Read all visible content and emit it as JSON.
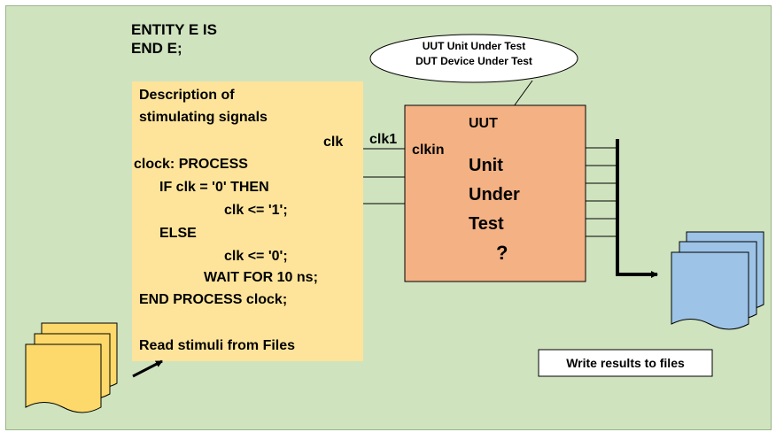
{
  "header": {
    "entity_line1": "ENTITY E IS",
    "entity_line2": "END E;"
  },
  "callout": {
    "line1": "UUT Unit Under Test",
    "line2": "DUT Device Under Test"
  },
  "stimulus": {
    "title_line1": "Description of",
    "title_line2": "stimulating signals",
    "signal_label": "clk",
    "code": [
      "clock: PROCESS",
      "IF clk = '0' THEN",
      "clk <= '1';",
      "ELSE",
      "clk <= '0';",
      "WAIT FOR 10 ns;",
      "END PROCESS clock;"
    ],
    "read_label": "Read stimuli from Files"
  },
  "uut": {
    "signal_label": "clk1",
    "port_label": "clkin",
    "title": "UUT",
    "body_line1": "Unit",
    "body_line2": "Under",
    "body_line3": "Test",
    "question": "?"
  },
  "results": {
    "label": "Write results to files"
  },
  "colors": {
    "background": "#cfe3bf",
    "stimulus_box": "#fde49a",
    "uut_box": "#f4b183",
    "input_files": "#fcd96a",
    "output_files": "#9dc3e6"
  }
}
